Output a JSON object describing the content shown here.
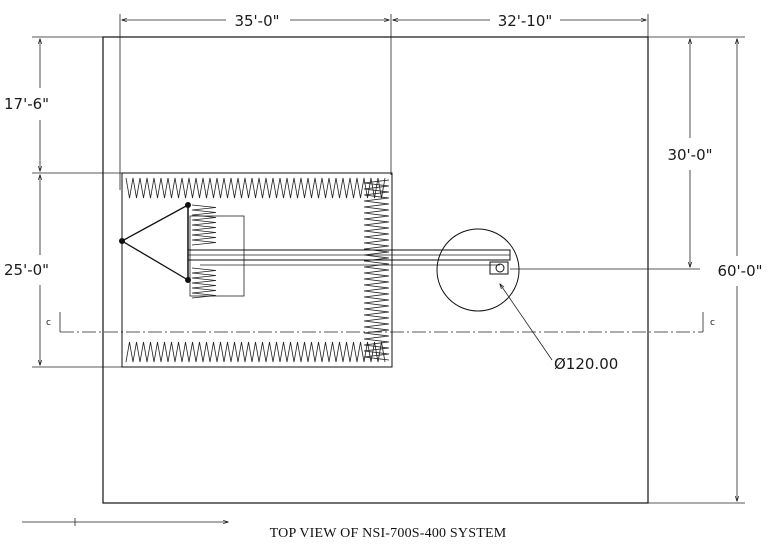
{
  "dimensions": {
    "top_left": "35'-0\"",
    "top_right": "32'-10\"",
    "left_upper": "17'-6\"",
    "left_lower": "25'-0\"",
    "right_inner": "30'-0\"",
    "right_outer": "60'-0\""
  },
  "turntable_label": "Ø120.00",
  "centerline_marks": {
    "left": "c",
    "right": "c"
  },
  "caption": "TOP VIEW OF NSI-700S-400 SYSTEM",
  "colors": {
    "line": "#111111",
    "background": "#ffffff"
  }
}
